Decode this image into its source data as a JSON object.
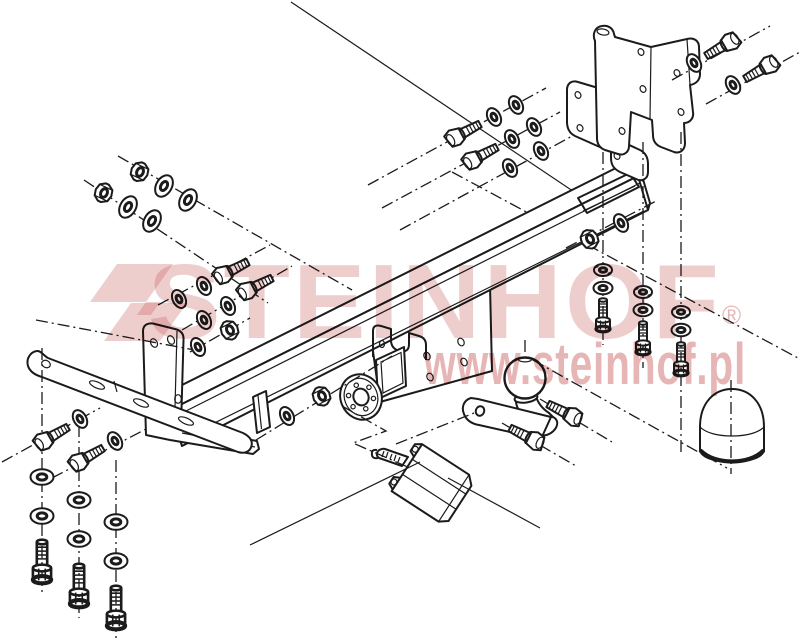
{
  "watermark": {
    "brand": "STEINHOF",
    "registered_mark": "®",
    "website": "www.steinhof.pl",
    "color": "#c85a5a"
  },
  "diagram": {
    "kind": "towbar-exploded-assembly-drawing",
    "background_color": "#ffffff",
    "line_color": "#1b1b1b",
    "parts": [
      "crossbar-beam",
      "left-mounting-bracket",
      "flat-bar-bracket",
      "right-end-bracket",
      "top-right-bracket",
      "center-plate",
      "socket-mounting-flange",
      "tow-ball",
      "ball-cover-cap",
      "electrical-socket-plug",
      "hex-bolts",
      "flat-washers",
      "spring-washers",
      "hex-nuts"
    ]
  }
}
